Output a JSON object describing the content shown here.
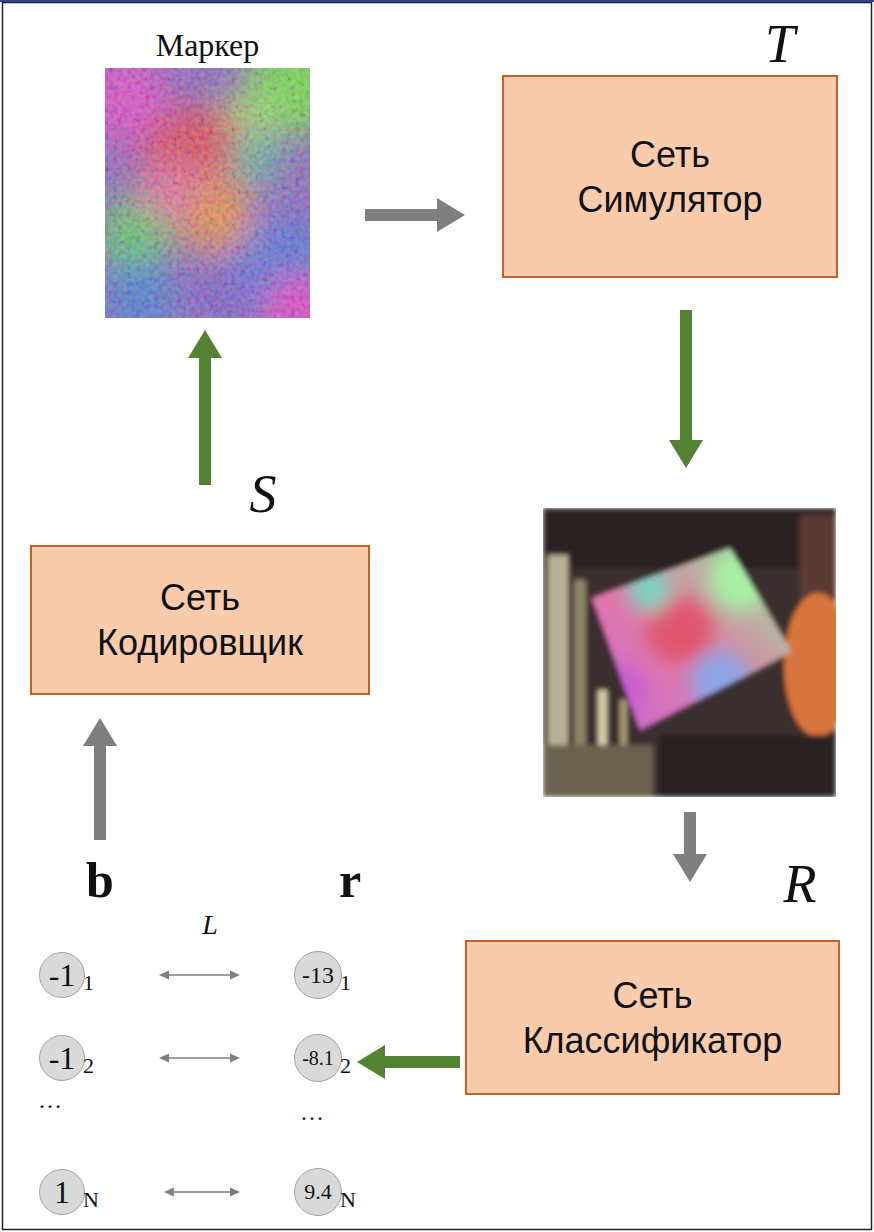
{
  "diagram": {
    "nodes": [
      {
        "text": [
          "Маркер"
        ]
      },
      {
        "text": [
          "Сеть Симулятор"
        ]
      },
      {
        "text": [
          "Сеть Кодировщик"
        ]
      },
      {
        "text": [
          "Сеть Классификатор"
        ]
      },
      {
        "text": [
          "-1",
          "1"
        ]
      },
      {
        "text": [
          "-13",
          "1"
        ]
      },
      {
        "text": [
          "-1",
          "2"
        ]
      },
      {
        "text": [
          "-8.1",
          "2"
        ]
      },
      {
        "text": [
          "1",
          "N"
        ]
      },
      {
        "text": [
          "9.4",
          "N"
        ]
      }
    ],
    "edges": [
      {
        "from": 0,
        "to": 1,
        "arrow": "to"
      },
      {
        "from": 2,
        "to": 0,
        "arrow": "to"
      },
      {
        "from": 3,
        "to": 7,
        "arrow": "to"
      },
      {
        "from": 4,
        "to": 5,
        "arrow": "both"
      },
      {
        "from": 6,
        "to": 7,
        "arrow": "both"
      },
      {
        "from": 8,
        "to": 9,
        "arrow": "both"
      }
    ],
    "labels": [
      "T",
      "S",
      "R",
      "b",
      "r",
      "L",
      "…",
      "…"
    ]
  }
}
